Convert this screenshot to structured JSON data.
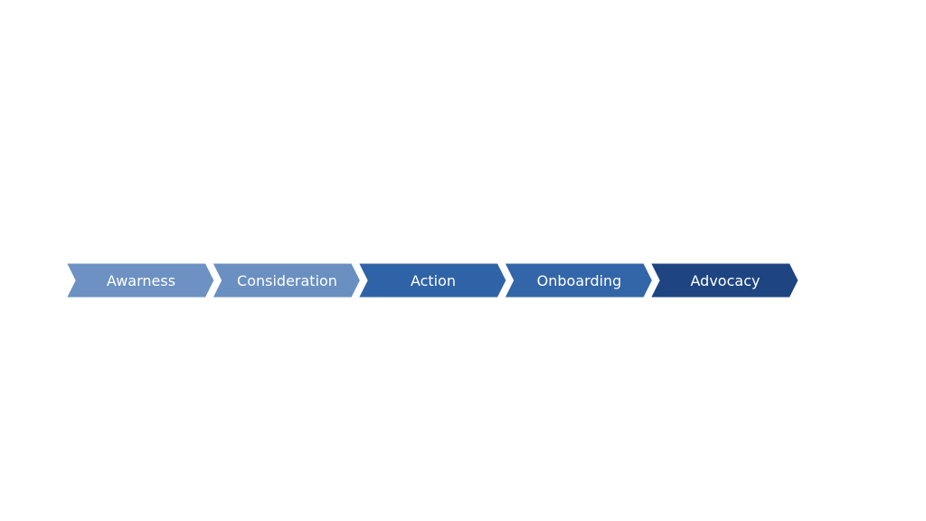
{
  "stages": [
    {
      "label": "Awarness",
      "color": "#6c91c2"
    },
    {
      "label": "Consideration",
      "color": "#6a8fc1"
    },
    {
      "label": "Action",
      "color": "#2f63a7"
    },
    {
      "label": "Onboarding",
      "color": "#3365a9"
    },
    {
      "label": "Advocacy",
      "color": "#1e4582"
    }
  ]
}
